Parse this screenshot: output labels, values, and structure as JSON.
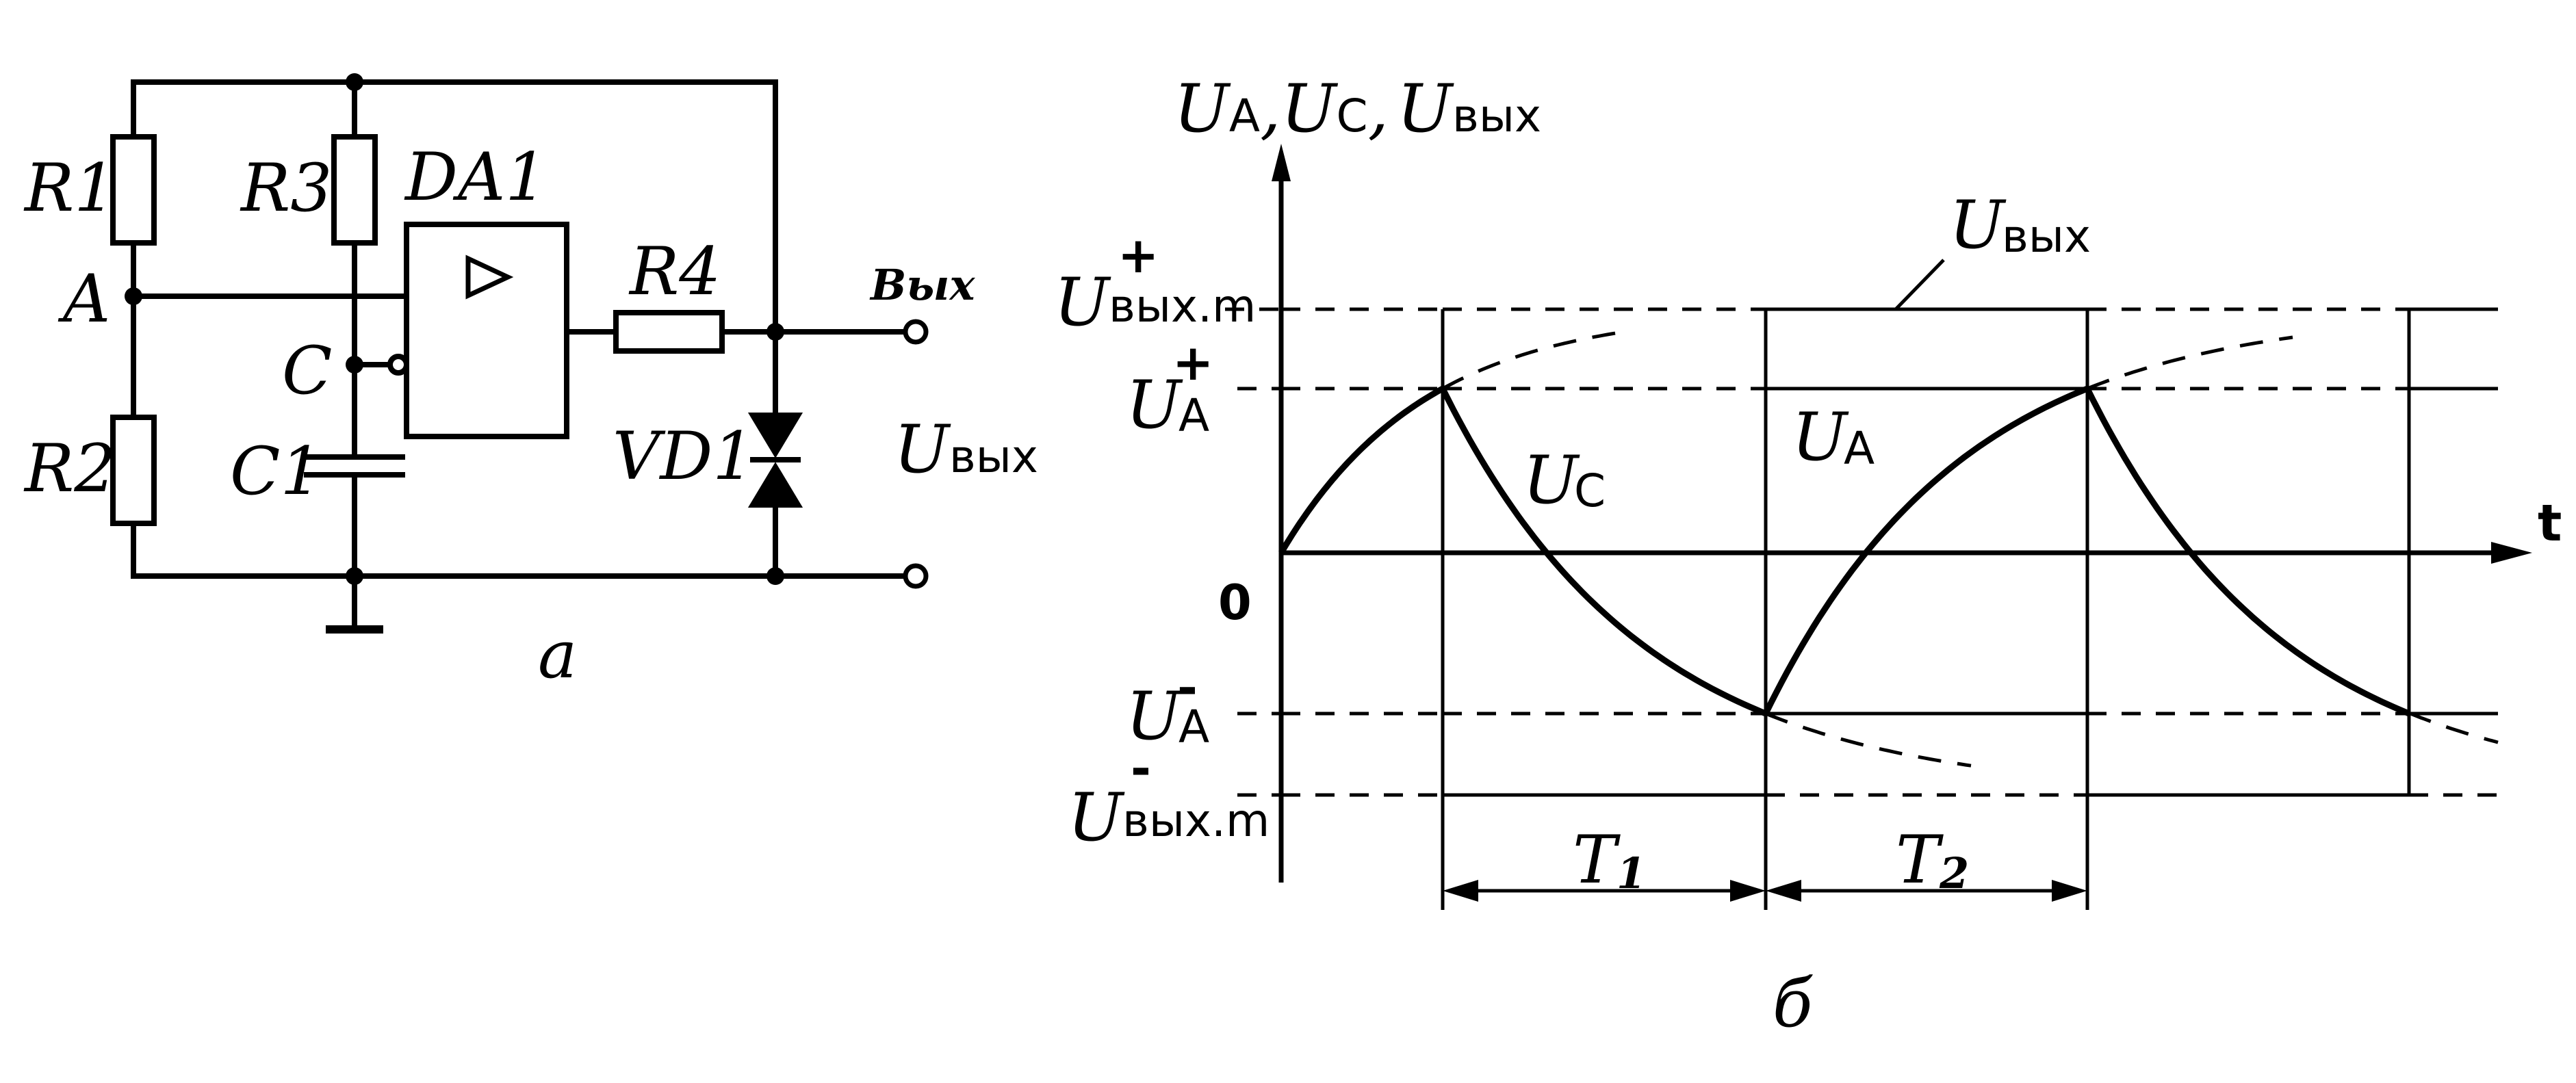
{
  "circuit": {
    "r1": "R1",
    "r2": "R2",
    "r3": "R3",
    "r4": "R4",
    "da1": "DA1",
    "c1": "C1",
    "vd1": "VD1",
    "node_a": "A",
    "node_c": "C",
    "out": "Вых",
    "u_main": "U",
    "u_sub": "вых",
    "caption": "а",
    "opamp_symbol": "triangle-icon"
  },
  "graph": {
    "axis_y_label": {
      "u": "U",
      "a": "A",
      "c": "C",
      "sep": ",",
      "vyx": "вых"
    },
    "axis_x_label": "t",
    "origin": "0",
    "levels": {
      "u_vyx_m_plus": {
        "u": "U",
        "sub": "вых.m",
        "sup": "+"
      },
      "u_a_plus": {
        "u": "U",
        "sub": "A",
        "sup": "+"
      },
      "u_a_minus": {
        "u": "U",
        "sub": "A",
        "sup": "-"
      },
      "u_vyx_m_minus": {
        "u": "U",
        "sub": "вых.m",
        "sup": "-"
      }
    },
    "curve_labels": {
      "uvyx": {
        "u": "U",
        "sub": "вых"
      },
      "uc": {
        "u": "U",
        "sub": "C"
      },
      "ua": {
        "u": "U",
        "sub": "A"
      }
    },
    "t1": {
      "t": "T",
      "n": "1"
    },
    "t2": {
      "t": "T",
      "n": "2"
    },
    "caption": "б"
  }
}
